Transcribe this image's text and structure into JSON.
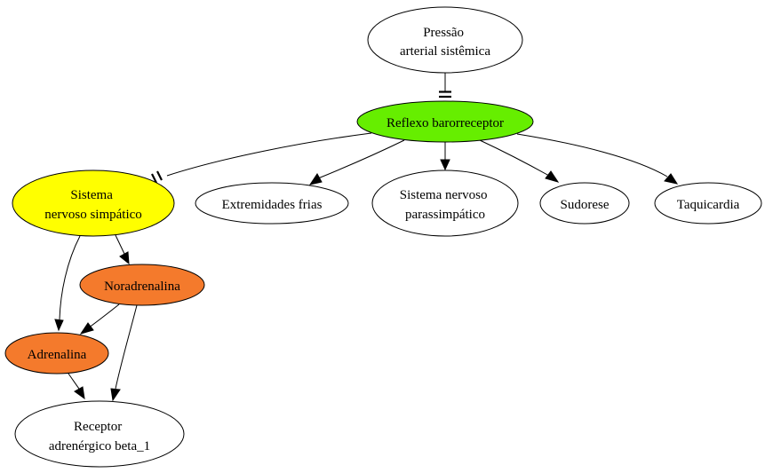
{
  "diagram": {
    "nodes": {
      "pressao": {
        "lines": [
          "Pressão",
          "arterial sistêmica"
        ],
        "fill": "#ffffff"
      },
      "reflexo": {
        "lines": [
          "Reflexo barorreceptor"
        ],
        "fill": "#66ee00"
      },
      "simpatico": {
        "lines": [
          "Sistema",
          "nervoso simpático"
        ],
        "fill": "#ffff00"
      },
      "extremidades": {
        "lines": [
          "Extremidades frias"
        ],
        "fill": "#ffffff"
      },
      "parassimpatico": {
        "lines": [
          "Sistema nervoso",
          "parassimpático"
        ],
        "fill": "#ffffff"
      },
      "sudorese": {
        "lines": [
          "Sudorese"
        ],
        "fill": "#ffffff"
      },
      "taquicardia": {
        "lines": [
          "Taquicardia"
        ],
        "fill": "#ffffff"
      },
      "noradrenalina": {
        "lines": [
          "Noradrenalina"
        ],
        "fill": "#f47a2c"
      },
      "adrenalina": {
        "lines": [
          "Adrenalina"
        ],
        "fill": "#f47a2c"
      },
      "receptor": {
        "lines": [
          "Receptor",
          "adrenérgico beta_1"
        ],
        "fill": "#ffffff"
      }
    },
    "edges": [
      {
        "from": "pressao",
        "to": "reflexo",
        "kind": "inhibit"
      },
      {
        "from": "reflexo",
        "to": "simpatico",
        "kind": "inhibit"
      },
      {
        "from": "reflexo",
        "to": "extremidades",
        "kind": "activate"
      },
      {
        "from": "reflexo",
        "to": "parassimpatico",
        "kind": "activate"
      },
      {
        "from": "reflexo",
        "to": "sudorese",
        "kind": "activate"
      },
      {
        "from": "reflexo",
        "to": "taquicardia",
        "kind": "activate"
      },
      {
        "from": "simpatico",
        "to": "noradrenalina",
        "kind": "activate"
      },
      {
        "from": "simpatico",
        "to": "adrenalina",
        "kind": "activate"
      },
      {
        "from": "noradrenalina",
        "to": "adrenalina",
        "kind": "activate"
      },
      {
        "from": "adrenalina",
        "to": "receptor",
        "kind": "activate"
      },
      {
        "from": "noradrenalina",
        "to": "receptor",
        "kind": "activate"
      }
    ]
  }
}
